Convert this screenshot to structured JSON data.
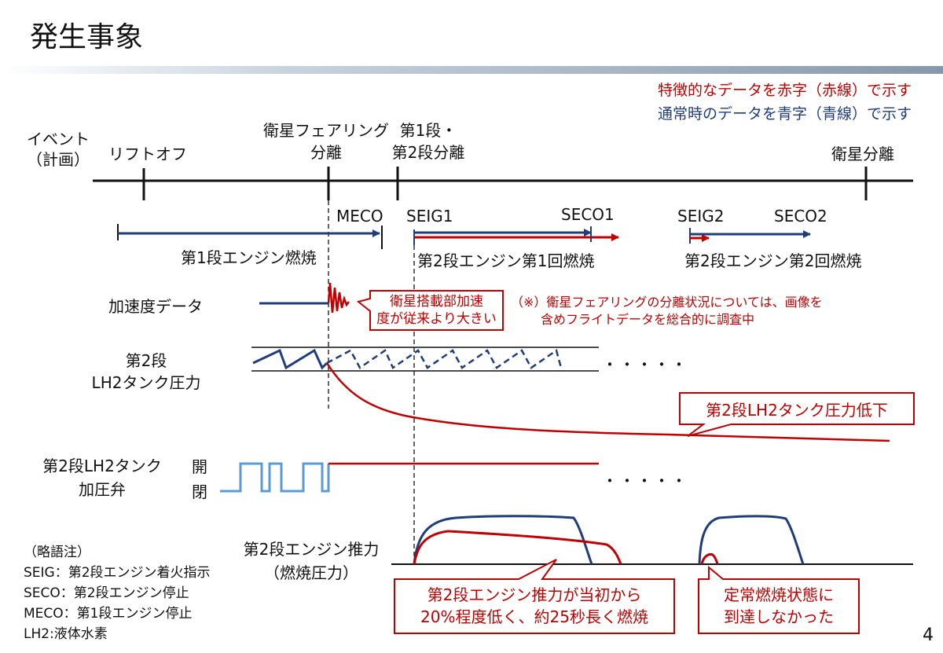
{
  "page": {
    "title": "発生事象",
    "page_number": "4"
  },
  "legend": {
    "red_note": "特徴的なデータを赤字（赤線）で示す",
    "blue_note": "通常時のデータを青字（青線）で示す",
    "red_color": "#c00000",
    "blue_color": "#1f3d7a"
  },
  "timeline": {
    "label_line1": "イベント",
    "label_line2": "（計画）",
    "events": {
      "liftoff": "リフトオフ",
      "fairing_line1": "衛星フェアリング",
      "fairing_line2": "分離",
      "stage_sep_line1": "第1段・",
      "stage_sep_line2": "第2段分離",
      "sat_sep": "衛星分離"
    }
  },
  "phases": {
    "meco": "MECO",
    "seig1": "SEIG1",
    "seco1": "SECO1",
    "seig2": "SEIG2",
    "seco2": "SECO2",
    "stage1_burn": "第1段エンジン燃焼",
    "stage2_burn1": "第2段エンジン第1回燃焼",
    "stage2_burn2": "第2段エンジン第2回燃焼"
  },
  "rows": {
    "accel": "加速度データ",
    "lh2_pressure_line1": "第2段",
    "lh2_pressure_line2": "LH2タンク圧力",
    "valve_line1": "第2段LH2タンク",
    "valve_line2": "加圧弁",
    "valve_open": "開",
    "valve_closed": "閉",
    "thrust_line1": "第2段エンジン推力",
    "thrust_line2": "（燃焼圧力）",
    "dots": "・・・・・"
  },
  "callouts": {
    "accel_line1": "衛星搭載部加速",
    "accel_line2": "度が従来より大きい",
    "note_line1": "（※）衛星フェアリングの分離状況については、画像を",
    "note_line2": "含めフライトデータを総合的に調査中",
    "pressure_drop": "第2段LH2タンク圧力低下",
    "thrust_line1": "第2段エンジン推力が当初から",
    "thrust_line2": "20%程度低く、約25秒長く燃焼",
    "steady_line1": "定常燃焼状態に",
    "steady_line2": "到達しなかった"
  },
  "abbreviations": {
    "heading": "（略語注）",
    "seig": "SEIG：第2段エンジン着火指示",
    "seco": "SECO：第2段エンジン停止",
    "meco": "MECO：第1段エンジン停止",
    "lh2": "LH2:液体水素"
  }
}
